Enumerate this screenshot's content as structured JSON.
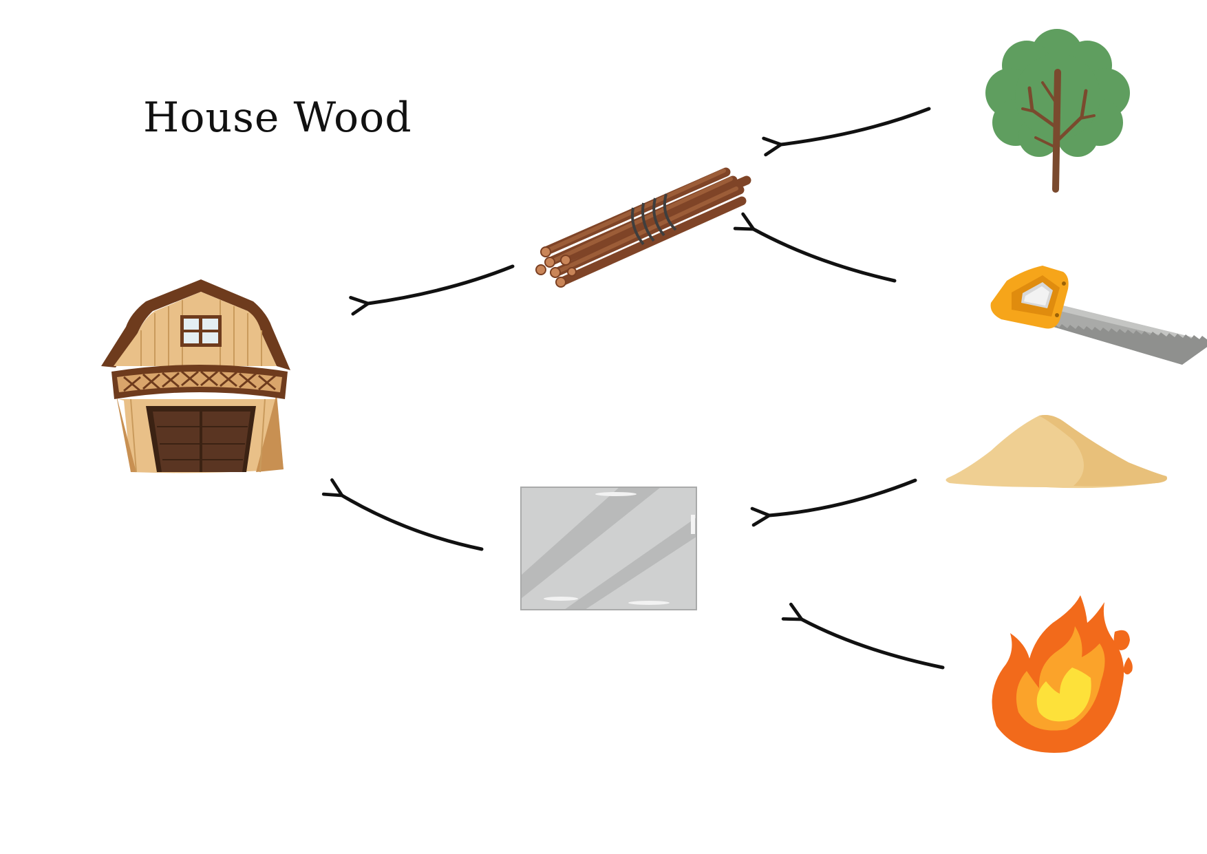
{
  "title": "House Wood",
  "nodes": [
    {
      "id": "house",
      "icon": "barn-house-icon"
    },
    {
      "id": "wood",
      "icon": "wood-bundle-icon"
    },
    {
      "id": "glass",
      "icon": "glass-pane-icon"
    },
    {
      "id": "tree",
      "icon": "tree-icon"
    },
    {
      "id": "saw",
      "icon": "hand-saw-icon"
    },
    {
      "id": "sand",
      "icon": "sand-pile-icon"
    },
    {
      "id": "fire",
      "icon": "fire-icon"
    }
  ],
  "edges": [
    {
      "from": "tree",
      "to": "wood"
    },
    {
      "from": "saw",
      "to": "wood"
    },
    {
      "from": "wood",
      "to": "house"
    },
    {
      "from": "sand",
      "to": "glass"
    },
    {
      "from": "fire",
      "to": "glass"
    },
    {
      "from": "glass",
      "to": "house"
    }
  ],
  "colors": {
    "arrow": "#111111",
    "tree_leaf": "#5f9e5f",
    "trunk": "#7a4a2e",
    "saw_handle": "#f6a51a",
    "saw_blade": "#a9aaa8",
    "sand": "#efcf92",
    "fire_outer": "#f26a1b",
    "fire_inner": "#fde13a",
    "glass": "#cfd0d0",
    "barn_wall": "#e9c088",
    "barn_door": "#5a3522",
    "wood": "#8a4b2c"
  }
}
